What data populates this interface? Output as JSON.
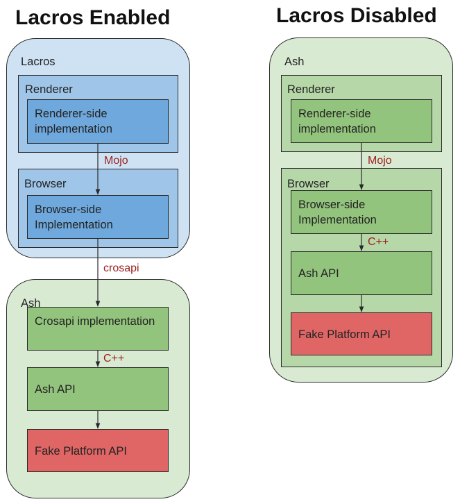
{
  "left": {
    "title": "Lacros Enabled",
    "lacros_label": "Lacros",
    "renderer_label": "Renderer",
    "renderer_impl": "Renderer-side implementation",
    "mojo": "Mojo",
    "browser_label": "Browser",
    "browser_impl": "Browser-side Implementation",
    "crosapi": "crosapi",
    "ash_label": "Ash",
    "crosapi_impl": "Crosapi implementation",
    "cpp": "C++",
    "ash_api": "Ash API",
    "fake_platform": "Fake Platform API"
  },
  "right": {
    "title": "Lacros Disabled",
    "ash_label": "Ash",
    "renderer_label": "Renderer",
    "renderer_impl": "Renderer-side implementation",
    "mojo": "Mojo",
    "browser_label": "Browser",
    "browser_impl": "Browser-side Implementation",
    "cpp": "C++",
    "ash_api": "Ash API",
    "fake_platform": "Fake Platform API"
  },
  "colors": {
    "lacros_outer": "#cfe2f3",
    "lacros_inner": "#9fc5e8",
    "lacros_box": "#6fa8dc",
    "ash_outer": "#d9ead3",
    "ash_inner": "#b6d7a8",
    "ash_box": "#93c47d",
    "fake_platform": "#e06666",
    "edge_label": "#9b1f1f"
  }
}
